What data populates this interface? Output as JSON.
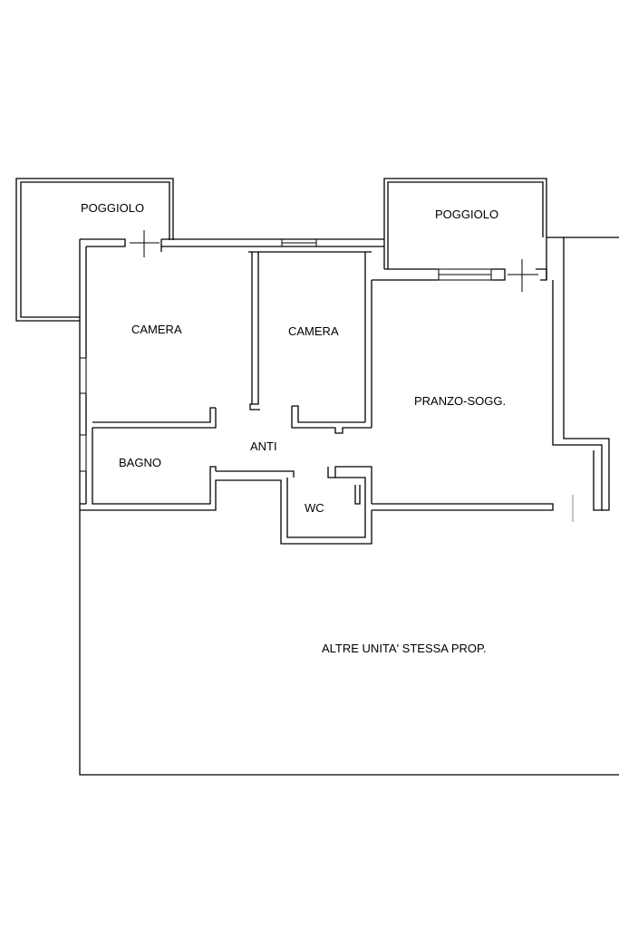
{
  "rooms": {
    "balcony_left": "POGGIOLO",
    "balcony_right": "POGGIOLO",
    "bedroom_left": "CAMERA",
    "bedroom_right": "CAMERA",
    "living_dining": "PRANZO-SOGG.",
    "entrance": "ANTI",
    "bathroom": "BAGNO",
    "toilet": "WC",
    "other_units": "ALTRE UNITA' STESSA PROP."
  },
  "colors": {
    "line": "#000000",
    "background": "#ffffff"
  }
}
